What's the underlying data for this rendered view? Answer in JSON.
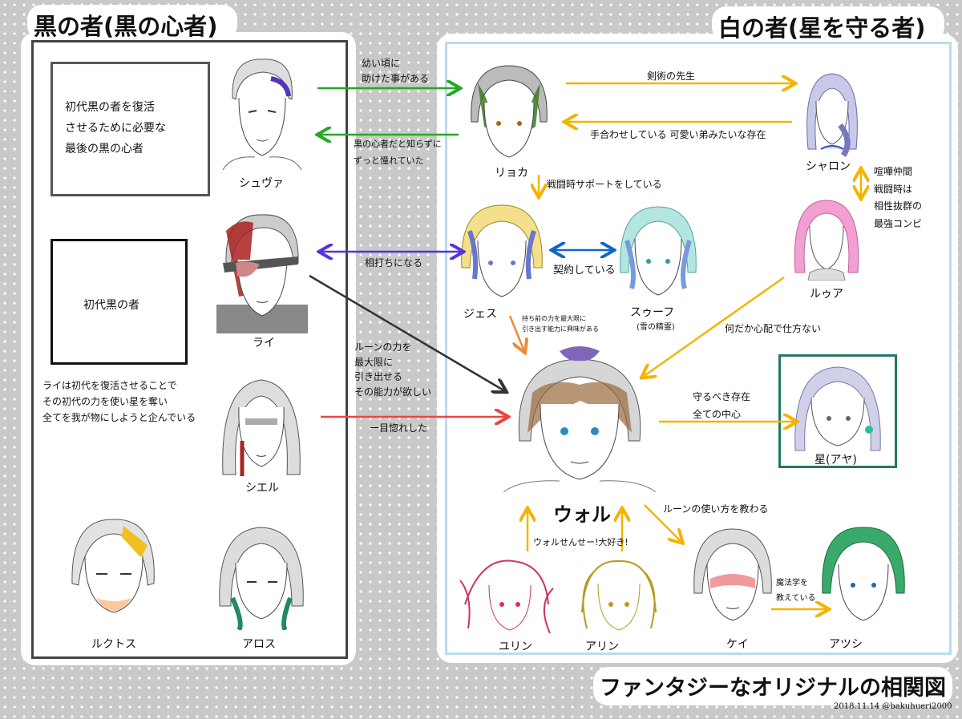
{
  "colors": {
    "green": "#22aa22",
    "yellow": "#f2b400",
    "purple": "#5533dd",
    "red": "#ee4444",
    "blue": "#1166cc",
    "orange": "#f08a3a",
    "dark": "#333333",
    "teal": "#227766",
    "panel_black_border": "#444444",
    "panel_white_border": "#b9dcef"
  },
  "headings": {
    "black": "黒の者(黒の心者)",
    "white": "白の者(星を守る者)",
    "title": "ファンタジーなオリジナルの相関図",
    "credit": "2018.11.14  @bakuhueri2000"
  },
  "notes": {
    "last_heart": [
      "初代黒の者を復活",
      "させるために必要な",
      "最後の黒の心者"
    ],
    "first_black": "初代黒の者",
    "rai_plan": [
      "ライは初代を復活させることで",
      "その初代の力を使い星を奪い",
      "全てを我が物にしようと企んでいる"
    ]
  },
  "characters": {
    "shuva": "シュヴァ",
    "rai": "ライ",
    "shieru": "シエル",
    "rukutosu": "ルクトス",
    "arosu": "アロス",
    "ryoka": "リョカ",
    "sharon": "シャロン",
    "ruua": "ルゥア",
    "jesu": "ジェス",
    "suufu": "スゥーフ",
    "suufu_sub": "(雪の精霊)",
    "woru": "ウォル",
    "hoshi": "星(アヤ)",
    "yurin": "ユリン",
    "arin": "アリン",
    "kei": "ケイ",
    "atsushi": "アツシ"
  },
  "relations": {
    "saved_young": [
      "幼い頃に",
      "助けた事がある"
    ],
    "admired": [
      "黒の心者だと知らずに",
      "ずっと憧れていた"
    ],
    "sword_teacher": "剣術の先生",
    "sparring": "手合わせしている  可愛い弟みたいな存在",
    "quarrel": [
      "喧嘩仲間",
      "戦闘時は",
      "相性抜群の",
      "最強コンビ"
    ],
    "battle_support": "戦闘時サポートをしている",
    "rivals": "相打ちになる",
    "contract": "契約している",
    "interest": [
      "持ち前の力を最大限に",
      "引き出す能力に興味がある"
    ],
    "rune_power": [
      "ルーンの力を",
      "最大限に",
      "引き出せる",
      "その能力が欲しい"
    ],
    "worried": "何だか心配で仕方ない",
    "love_at_first": "一目惚れした",
    "protect": [
      "守るべき存在",
      "全ての中心"
    ],
    "teaches_runes": "ルーンの使い方を教わる",
    "love_sensei": "ウォルせんせー!大好き!",
    "teach_magic": [
      "魔法学を",
      "教えている"
    ]
  }
}
